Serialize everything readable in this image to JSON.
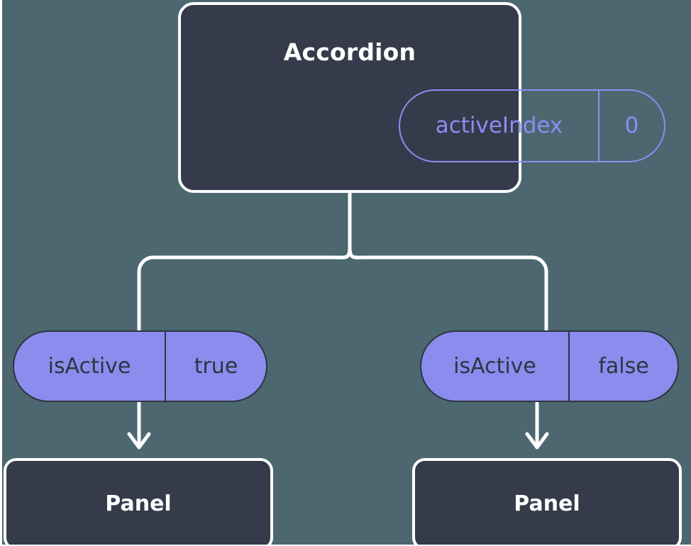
{
  "diagram": {
    "type": "component-state-tree",
    "background_color": "#4c6770",
    "connector_color": "#ffffff"
  },
  "root_node": {
    "title": "Accordion",
    "box_color": "#353b4a",
    "border_color": "#ffffff",
    "state_badge": {
      "key": "activeIndex",
      "value": "0",
      "style": "outlined",
      "accent_color": "#8b8ef2"
    }
  },
  "branches": [
    {
      "prop_badge": {
        "key": "isActive",
        "value": "true",
        "style": "filled",
        "fill_color": "#8a8ded",
        "text_color": "#2f3442"
      },
      "child_node": {
        "title": "Panel",
        "box_color": "#353b4a",
        "border_color": "#ffffff"
      }
    },
    {
      "prop_badge": {
        "key": "isActive",
        "value": "false",
        "style": "filled",
        "fill_color": "#8a8ded",
        "text_color": "#2f3442"
      },
      "child_node": {
        "title": "Panel",
        "box_color": "#353b4a",
        "border_color": "#ffffff"
      }
    }
  ]
}
